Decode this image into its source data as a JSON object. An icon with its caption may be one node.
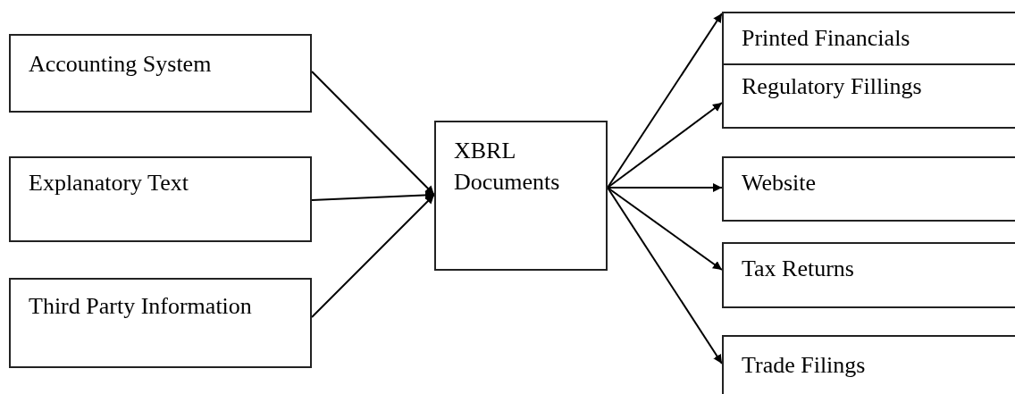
{
  "diagram": {
    "nodes": [
      {
        "text": [
          "Accounting System"
        ]
      },
      {
        "text": [
          "Explanatory Text"
        ]
      },
      {
        "text": [
          "Third Party Information"
        ]
      },
      {
        "text": [
          "XBRL Documents"
        ]
      },
      {
        "text": [
          "Printed Financials"
        ]
      },
      {
        "text": [
          "Regulatory Fillings"
        ]
      },
      {
        "text": [
          "Website"
        ]
      },
      {
        "text": [
          "Tax Returns"
        ]
      },
      {
        "text": [
          "Trade Filings"
        ]
      }
    ],
    "edges": [
      {
        "from": 0,
        "to": 3,
        "arrow": "to"
      },
      {
        "from": 1,
        "to": 3,
        "arrow": "to"
      },
      {
        "from": 2,
        "to": 3,
        "arrow": "to"
      },
      {
        "from": 3,
        "to": 4,
        "arrow": "to"
      },
      {
        "from": 3,
        "to": 5,
        "arrow": "to"
      },
      {
        "from": 3,
        "to": 6,
        "arrow": "to"
      },
      {
        "from": 3,
        "to": 7,
        "arrow": "to"
      },
      {
        "from": 3,
        "to": 8,
        "arrow": "to"
      }
    ]
  }
}
